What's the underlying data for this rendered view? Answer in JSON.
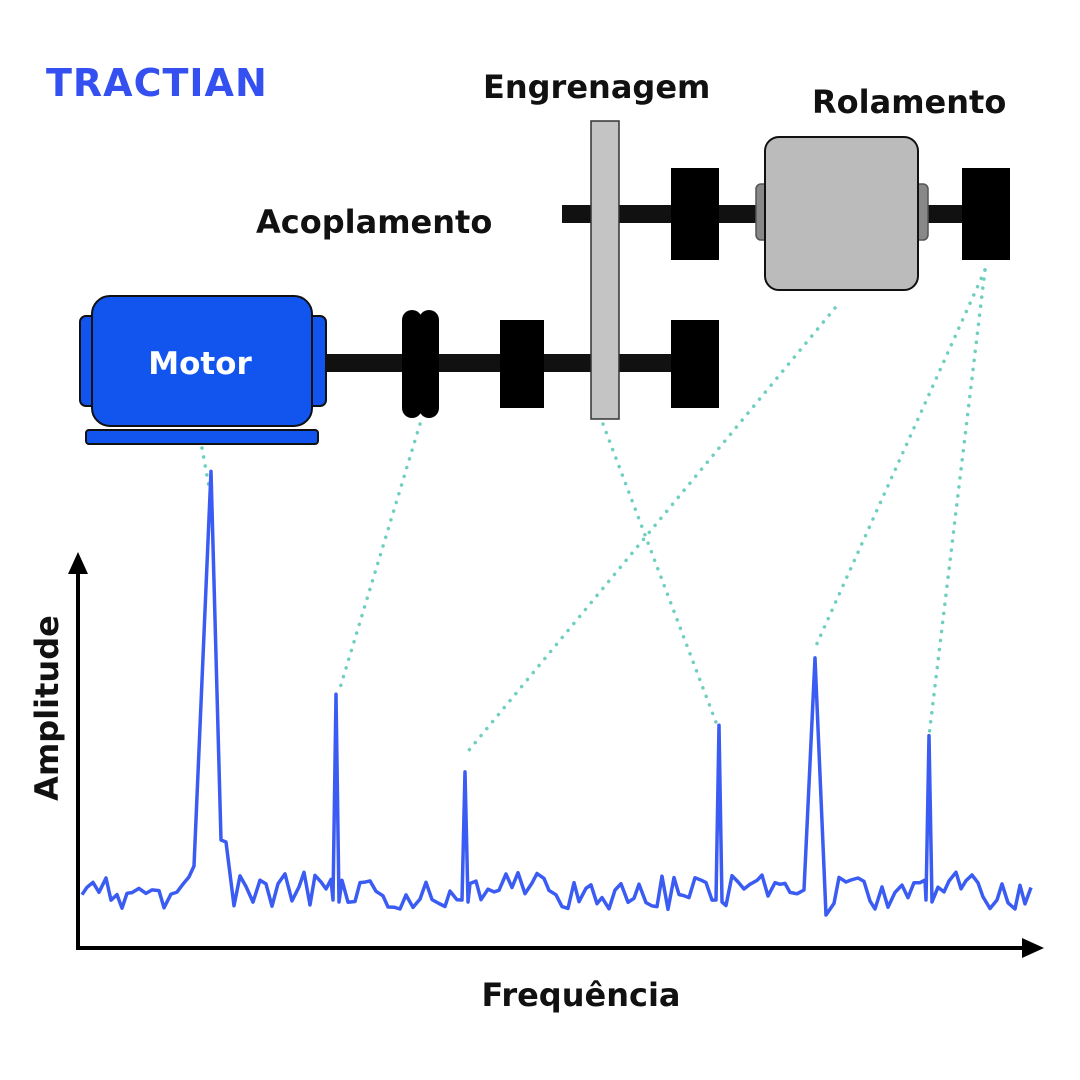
{
  "brand": {
    "name": "TRACTIAN",
    "color": "#3550f0"
  },
  "labels": {
    "motor": "Motor",
    "coupling": "Acoplamento",
    "gear": "Engrenagem",
    "bearing": "Rolamento",
    "x_axis": "Frequência",
    "y_axis": "Amplitude"
  },
  "colors": {
    "motor": "#1155ee",
    "signal": "#3a5cf2",
    "connector": "#6fcfbf",
    "shaft": "#111111",
    "gear": "#c4c4c4",
    "bearing": "#bbbbbb"
  },
  "chart_data": {
    "type": "line",
    "title": "",
    "xlabel": "Frequência",
    "ylabel": "Amplitude",
    "peaks": [
      {
        "component": "motor",
        "amplitude": 0.92
      },
      {
        "component": "coupling",
        "amplitude": 0.49
      },
      {
        "component": "bearing",
        "amplitude": 0.34
      },
      {
        "component": "gear",
        "amplitude": 0.43
      },
      {
        "component": "bearing",
        "amplitude": 0.56
      },
      {
        "component": "bearing",
        "amplitude": 0.41
      }
    ],
    "grid": false,
    "legend": "none"
  }
}
